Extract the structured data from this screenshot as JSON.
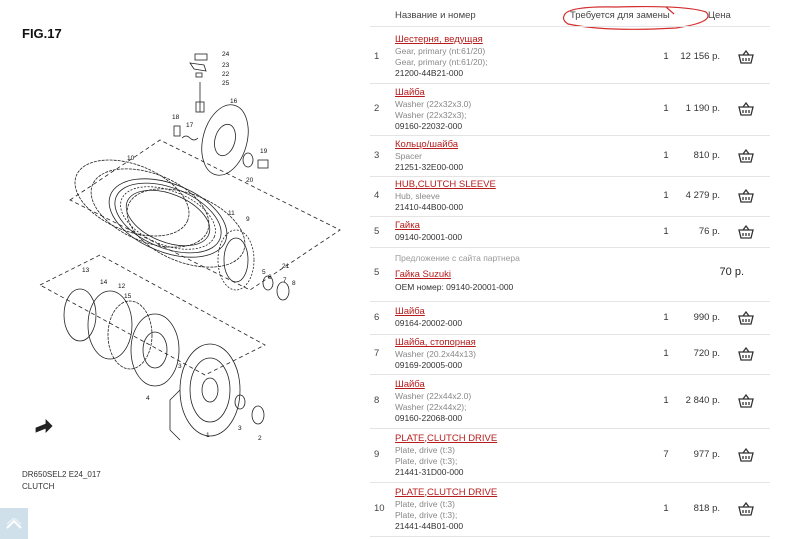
{
  "diagram": {
    "figure_label": "FIG.17",
    "model_code": "DR650SEL2 E24_017",
    "caption": "CLUTCH",
    "callouts": [
      "24",
      "23",
      "22",
      "25",
      "16",
      "18",
      "17",
      "19",
      "20",
      "10",
      "11",
      "9",
      "21",
      "13",
      "14",
      "12",
      "15",
      "5",
      "6",
      "7",
      "8",
      "3",
      "4",
      "1",
      "2"
    ]
  },
  "table": {
    "headers": {
      "name": "Название и номер",
      "replace": "Требуется для замены",
      "price": "Цена"
    },
    "annotation_color": "#d32f2f",
    "link_color": "#b71c1c",
    "rows": [
      {
        "num": "1",
        "name": "Шестерня, ведущая",
        "subs": [
          "Gear, primary (nt:61/20)",
          "Gear, primary (nt:61/20);"
        ],
        "code": "21200-44B21-000",
        "qty": "1",
        "price": "12 156 р."
      },
      {
        "num": "2",
        "name": "Шайба",
        "subs": [
          "Washer (22x32x3.0)",
          "Washer (22x32x3);"
        ],
        "code": "09160-22032-000",
        "qty": "1",
        "price": "1 190 р."
      },
      {
        "num": "3",
        "name": "Кольцо/шайба",
        "subs": [
          "Spacer"
        ],
        "code": "21251-32E00-000",
        "qty": "1",
        "price": "810 р."
      },
      {
        "num": "4",
        "name": "HUB,CLUTCH SLEEVE",
        "subs": [
          "Hub, sleeve"
        ],
        "code": "21410-44B00-000",
        "qty": "1",
        "price": "4 279 р."
      },
      {
        "num": "5",
        "name": "Гайка",
        "subs": [],
        "code": "09140-20001-000",
        "qty": "1",
        "price": "76 р."
      },
      {
        "num": "6",
        "name": "Шайба",
        "subs": [],
        "code": "09164-20002-000",
        "qty": "1",
        "price": "990 р."
      },
      {
        "num": "7",
        "name": "Шайба, стопорная",
        "subs": [
          "Washer (20.2x44x13)"
        ],
        "code": "09169-20005-000",
        "qty": "1",
        "price": "720 р."
      },
      {
        "num": "8",
        "name": "Шайба",
        "subs": [
          "Washer (22x44x2.0)",
          "Washer (22x44x2);"
        ],
        "code": "09160-22068-000",
        "qty": "1",
        "price": "2 840 р."
      },
      {
        "num": "9",
        "name": "PLATE,CLUTCH DRIVE",
        "subs": [
          "Plate, drive (t:3)",
          "Plate, drive (t:3);"
        ],
        "code": "21441-31D00-000",
        "qty": "7",
        "price": "977 р."
      },
      {
        "num": "10",
        "name": "PLATE,CLUTCH DRIVE",
        "subs": [
          "Plate, drive (t:3)",
          "Plate, drive (t:3);"
        ],
        "code": "21441-44B01-000",
        "qty": "1",
        "price": "818 р."
      }
    ],
    "partner": {
      "header": "Предложение с сайта партнера",
      "num": "5",
      "name": "Гайка Suzuki",
      "oem": "OEM номер: 09140-20001-000",
      "price": "70 р."
    }
  }
}
